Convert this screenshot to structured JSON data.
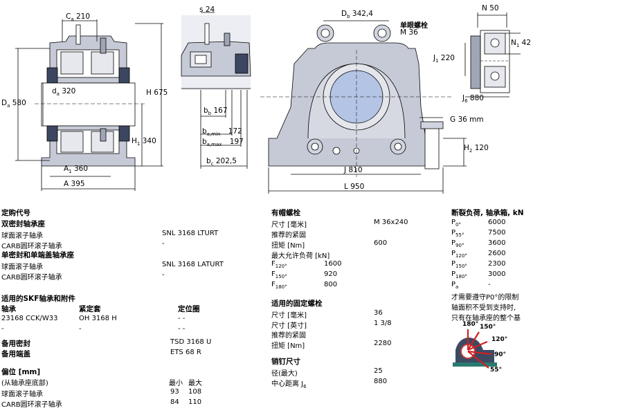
{
  "drawing": {
    "ca": "C",
    "ca_sub": "a",
    "ca_val": "210",
    "s": "s",
    "s_val": "24",
    "db": "D",
    "db_sub": "b",
    "db_val": "342,4",
    "bolt_title": "单眼螺栓",
    "bolt_size": "M 36",
    "n": "N",
    "n_val": "50",
    "n1": "N",
    "n1_sub": "1",
    "n1_val": "42",
    "j1": "J",
    "j1_sub": "1",
    "j1_val": "220",
    "j6": "J",
    "j6_sub": "6",
    "j6_val": "880",
    "g": "G",
    "g_val": "36 mm",
    "h2": "H",
    "h2_sub": "2",
    "h2_val": "120",
    "j": "J",
    "j_val": "810",
    "l": "L",
    "l_val": "950",
    "da": "D",
    "da_sub": "a",
    "da_val": "580",
    "dsa": "d",
    "dsa_sub": "a",
    "dsa_val": "320",
    "h": "H",
    "h_val": "675",
    "h1": "H",
    "h1_sub": "1",
    "h1_val": "340",
    "a1": "A",
    "a1_sub": "1",
    "a1_val": "360",
    "a": "A",
    "a_val": "395",
    "bb": "b",
    "bb_sub": "b",
    "bb_val": "167",
    "bamin": "b",
    "bamin_sub": "a,min",
    "bamin_val": "172",
    "bamax": "b",
    "bamax_sub": "a,max",
    "bamax_val": "197",
    "bc": "b",
    "bc_sub": "c",
    "bc_val": "202,5"
  },
  "order": {
    "title": "定购代号",
    "group1": "双密封轴承座",
    "rows1": [
      {
        "label": "球面滚子轴承",
        "value": "SNL 3168 LTURT"
      },
      {
        "label": "CARB圆环滚子轴承",
        "value": "-"
      }
    ],
    "group2": "单密封和单端盖轴承座",
    "rows2": [
      {
        "label": "球面滚子轴承",
        "value": "SNL 3168 LATURT"
      },
      {
        "label": "CARB圆环滚子轴承",
        "value": "-"
      }
    ]
  },
  "accessories": {
    "title": "适用的SKF轴承和附件",
    "col_bearing": "轴承",
    "col_sleeve": "紧定套",
    "col_ring": "定位圈",
    "rows": [
      {
        "bearing": "23168 CCK/W33",
        "sleeve": "OH 3168 H",
        "ring": "- -"
      },
      {
        "bearing": "-",
        "sleeve": "-",
        "ring": "- -"
      }
    ],
    "seal_label": "备用密封",
    "seal_value": "TSD 3168 U",
    "cover_label": "备用端盖",
    "cover_value": "ETS 68 R"
  },
  "offset": {
    "title": "偏位 [mm]",
    "sub": "(从轴承座底部)",
    "min_label": "最小",
    "max_label": "最大",
    "rows": [
      {
        "label": "球面滚子轴承",
        "min": "93",
        "max": "108"
      },
      {
        "label": "CARB圆环滚子轴承",
        "min": "84",
        "max": "110"
      }
    ]
  },
  "cap_bolts": {
    "title": "有帽螺栓",
    "size_label": "尺寸 [毫米]",
    "size_value": "M 36x240",
    "torque_title": "推荐的紧固",
    "torque_label": "扭矩 [Nm]",
    "torque_value": "600",
    "load_title": "最大允许负荷 [kN]",
    "loads": [
      {
        "sym": "F",
        "sub": "120°",
        "value": "1600"
      },
      {
        "sym": "F",
        "sub": "150°",
        "value": "920"
      },
      {
        "sym": "F",
        "sub": "180°",
        "value": "800"
      }
    ]
  },
  "fix_bolts": {
    "title": "适用的固定螺栓",
    "size_mm_label": "尺寸 [毫米]",
    "size_mm_value": "36",
    "size_in_label": "尺寸 [英寸]",
    "size_in_value": "1 3/8",
    "torque_title": "推荐的紧固",
    "torque_label": "扭矩 [Nm]",
    "torque_value": "2280"
  },
  "dowel": {
    "title": "销钉尺寸",
    "dia_label": "径(最大)",
    "dia_value": "25",
    "dist_label": "中心距离 J",
    "dist_sub": "6",
    "dist_value": "880"
  },
  "breaking": {
    "title": "断裂负荷, 轴承箱, kN",
    "loads": [
      {
        "sym": "P",
        "sub": "0°",
        "value": "6000"
      },
      {
        "sym": "P",
        "sub": "55°",
        "value": "7500"
      },
      {
        "sym": "P",
        "sub": "90°",
        "value": "3600"
      },
      {
        "sym": "P",
        "sub": "120°",
        "value": "2600"
      },
      {
        "sym": "P",
        "sub": "150°",
        "value": "2300"
      },
      {
        "sym": "P",
        "sub": "180°",
        "value": "3000"
      },
      {
        "sym": "P",
        "sub": "a",
        "value": "-"
      }
    ],
    "note1": "才需要遵守P0°的限制",
    "note2": "轴面积不受到支持时,",
    "note3": "只有在轴承座的整个基",
    "angles": {
      "a180": "180°",
      "a150": "150°",
      "a120": "120°",
      "a90": "90°",
      "a55": "55°"
    }
  }
}
